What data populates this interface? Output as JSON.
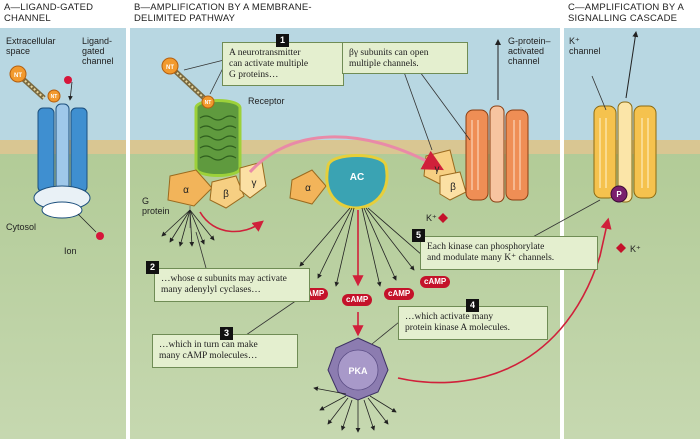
{
  "panels": {
    "a_title": "A—LIGAND-GATED\nCHANNEL",
    "b_title": "B—AMPLIFICATION BY A MEMBRANE-\nDELIMITED PATHWAY",
    "c_title": "C—AMPLIFICATION BY A\nSIGNALLING CASCADE"
  },
  "labels": {
    "extracellular": "Extracellular\nspace",
    "ligand_gated_channel": "Ligand-\ngated\nchannel",
    "cytosol": "Cytosol",
    "ion": "Ion",
    "receptor": "Receptor",
    "g_protein": "G\nprotein",
    "g_activated_channel": "G-protein–\nactivated\nchannel",
    "k_channel": "K⁺\nchannel",
    "k_ion_b": "K⁺",
    "k_ion_c": "K⁺",
    "nt": "NT",
    "alpha": "α",
    "beta": "β",
    "gamma": "γ",
    "ac": "AC",
    "pka": "PKA",
    "p": "P",
    "camp": "cAMP"
  },
  "callouts": [
    {
      "num": "1",
      "text": "A neurotransmitter\ncan activate multiple\nG proteins…"
    },
    {
      "num": "2",
      "text": "…whose α subunits may activate\nmany adenylyl cyclases…"
    },
    {
      "num": "3",
      "text": "…which in turn can make\nmany cAMP molecules…"
    },
    {
      "num": "4",
      "text": "…which activate many\nprotein kinase A molecules."
    },
    {
      "num": "5",
      "text": "Each kinase can phosphorylate\nand modulate many K⁺ channels."
    },
    {
      "num": "",
      "text": "βγ subunits can open\nmultiple channels."
    }
  ],
  "colors": {
    "sky": "#b8d7e2",
    "ground": "#b7cf9e",
    "membrane": "#d9c692",
    "channel_blue": "#3f8fd0",
    "receptor_green": "#6fa24a",
    "gprotein_orange": "#f2b45a",
    "ac_teal": "#3aa3b3",
    "camp_red": "#c4122a",
    "pka_purple": "#8c7cb0",
    "channel_orange": "#ef8e55",
    "channel_yellow": "#f5c24e",
    "arrow_red": "#d0203a"
  }
}
